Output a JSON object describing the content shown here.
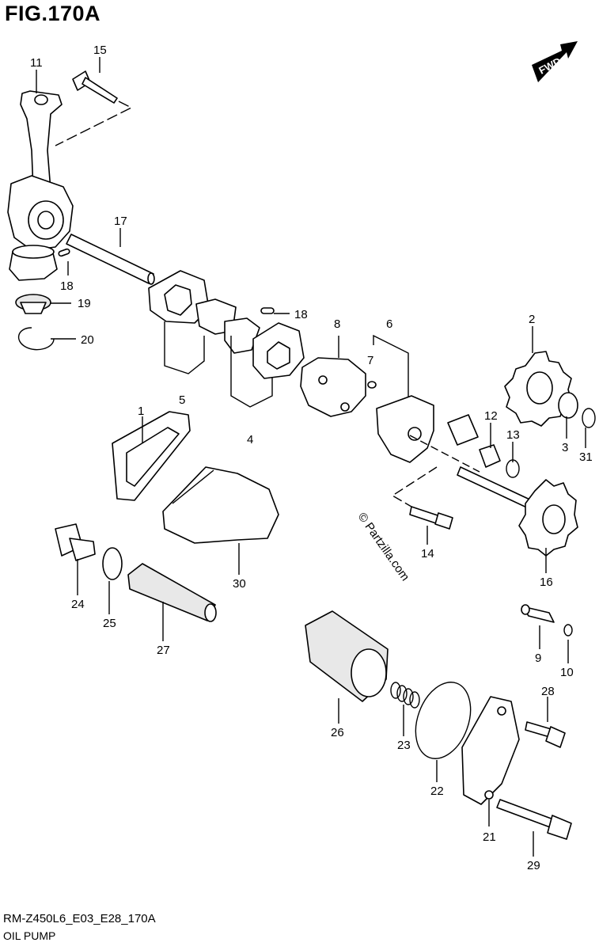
{
  "figure": {
    "title": "FIG.170A",
    "code": "RM-Z450L6_E03_E28_170A",
    "name": "OIL PUMP",
    "direction_label": "FWD",
    "watermark": "© Partzilla.com"
  },
  "callouts": [
    "1",
    "2",
    "3",
    "4",
    "5",
    "6",
    "7",
    "8",
    "9",
    "10",
    "11",
    "12",
    "13",
    "14",
    "15",
    "16",
    "17",
    "18",
    "18",
    "19",
    "20",
    "21",
    "22",
    "23",
    "24",
    "25",
    "26",
    "27",
    "28",
    "29",
    "30",
    "31"
  ]
}
